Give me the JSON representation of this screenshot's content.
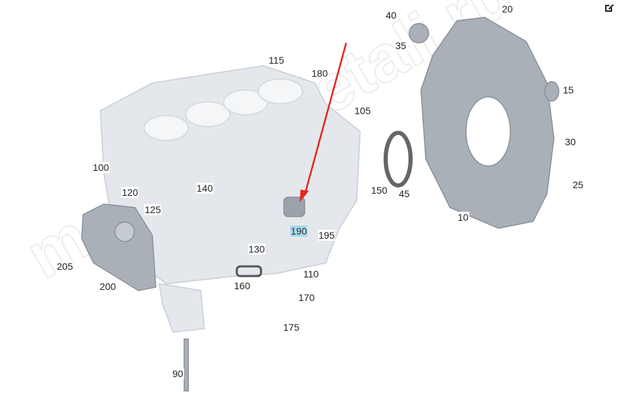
{
  "watermark": "magazin-detali.ru",
  "edit_icon": "edit-icon",
  "highlight_color": "#a8d8ea",
  "arrow_color": "#e8251c",
  "selected_part": "190",
  "parts": [
    "40",
    "20",
    "35",
    "115",
    "180",
    "15",
    "105",
    "30",
    "100",
    "140",
    "120",
    "125",
    "150",
    "45",
    "25",
    "10",
    "190",
    "195",
    "130",
    "205",
    "110",
    "160",
    "200",
    "170",
    "175",
    "90"
  ]
}
